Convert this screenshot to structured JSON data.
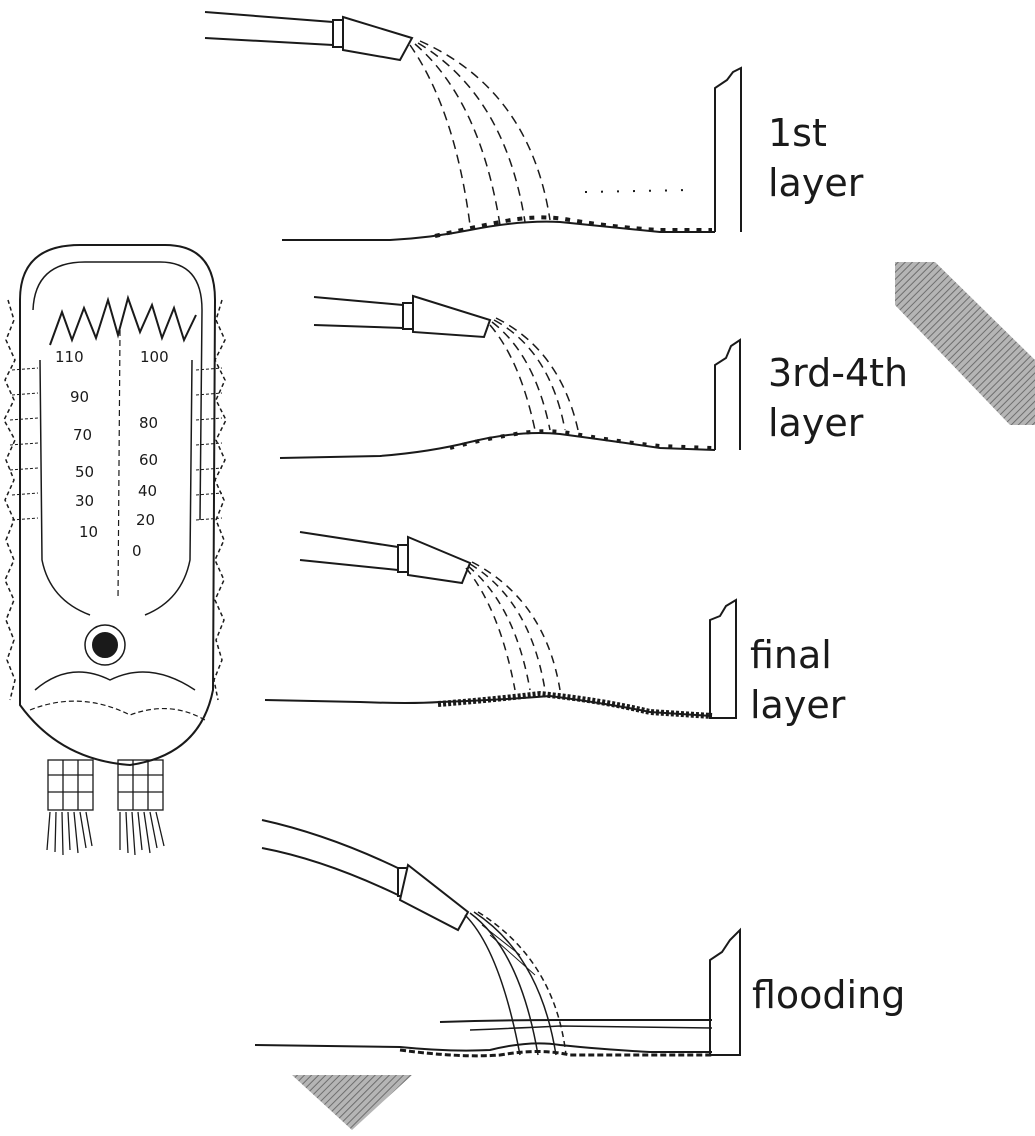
{
  "stage_labels": {
    "layer_1": [
      "1st",
      "layer"
    ],
    "layer_3_4": [
      "3rd-4th",
      "layer"
    ],
    "final": [
      "final",
      "layer"
    ],
    "flooding": [
      "flooding"
    ]
  },
  "gauge": {
    "left_scale": [
      "110",
      "90",
      "70",
      "50",
      "30",
      "10"
    ],
    "right_scale": [
      "100",
      "80",
      "60",
      "40",
      "20",
      "0"
    ]
  },
  "colors": {
    "ink": "#1a1a1a",
    "hatch": "#8a8a8a"
  }
}
